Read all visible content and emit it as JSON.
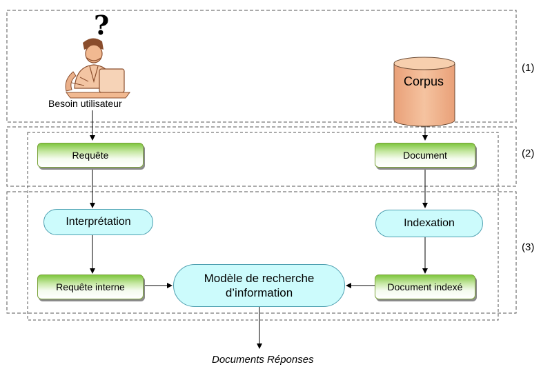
{
  "user": {
    "need_label": "Besoin utilisateur",
    "question_mark": "?"
  },
  "corpus": {
    "label": "Corpus"
  },
  "levels": [
    "(1)",
    "(2)",
    "(3)"
  ],
  "nodes": {
    "requete": "Requête",
    "document": "Document",
    "interpretation": "Interprétation",
    "indexation": "Indexation",
    "requete_interne": "Requête interne",
    "document_indexe": "Document indexé",
    "modele": "Modèle de recherche\nd’information"
  },
  "output": {
    "label": "Documents Réponses"
  },
  "colors": {
    "green": "#7fc63f",
    "cyan": "#ccfbfc",
    "corpus_top": "#f7c9a2",
    "corpus_body": "#f0b08a"
  }
}
